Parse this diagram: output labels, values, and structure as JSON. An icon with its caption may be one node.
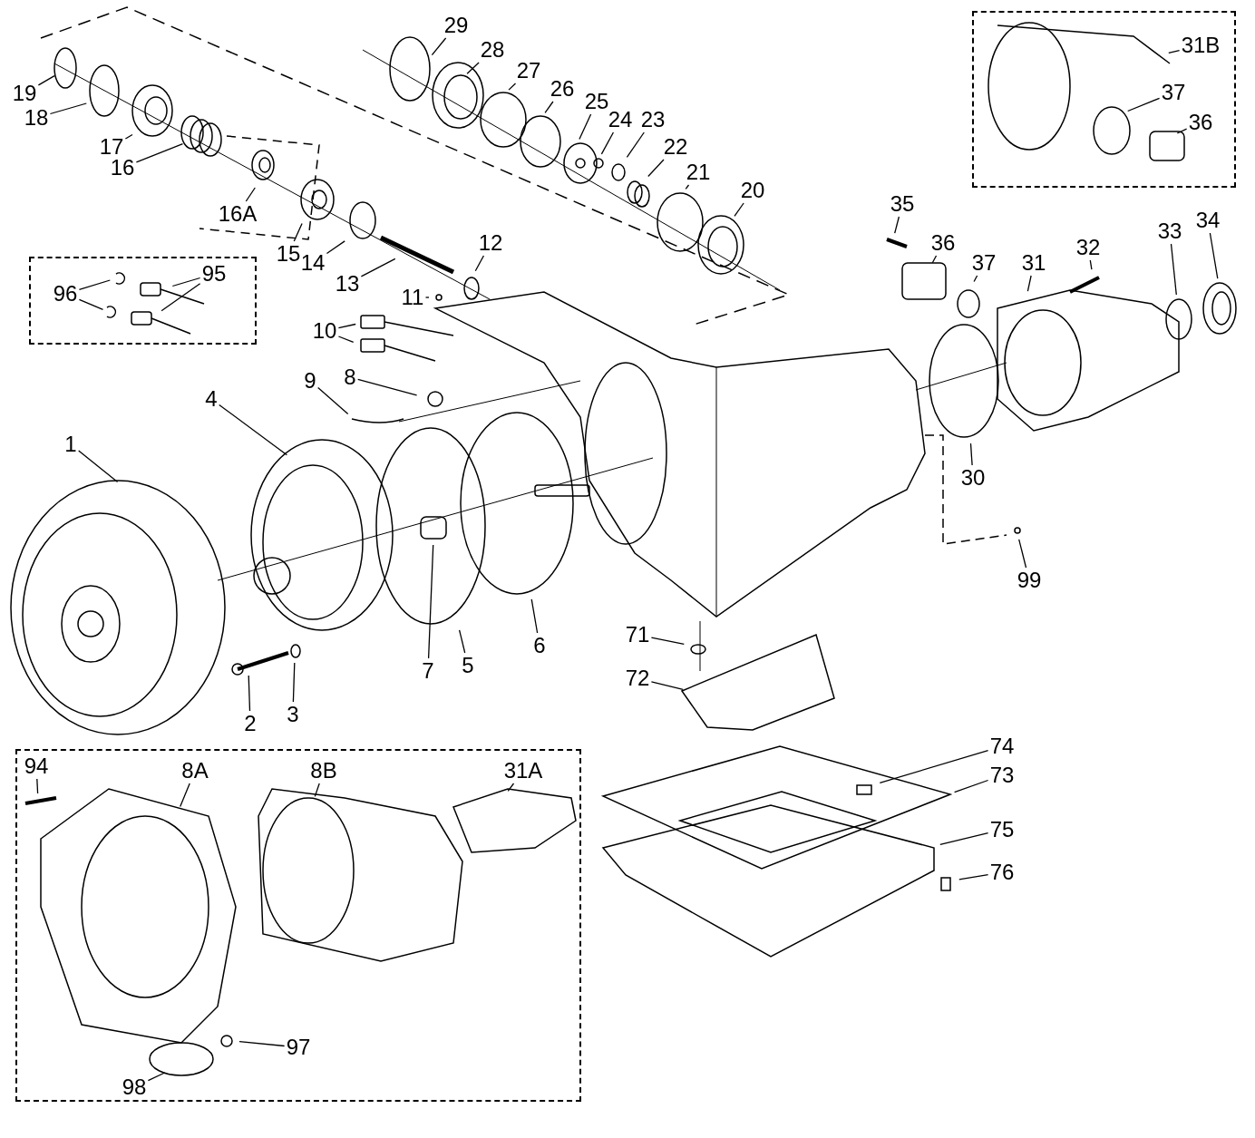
{
  "diagram": {
    "nodes": [
      {
        "text": [],
        "shape": "box"
      },
      {
        "text": [
          "96"
        ],
        "in": 0
      },
      {
        "text": [
          "95"
        ],
        "in": 0
      },
      {
        "text": [
          "19"
        ]
      },
      {
        "text": [
          "18"
        ]
      },
      {
        "text": [
          "17"
        ]
      },
      {
        "text": [
          "16"
        ]
      },
      {
        "text": [
          "16A"
        ]
      },
      {
        "text": [
          "15"
        ]
      },
      {
        "text": [
          "14"
        ]
      },
      {
        "text": [
          "13"
        ]
      },
      {
        "text": [
          "12"
        ]
      },
      {
        "text": [
          "11"
        ]
      },
      {
        "text": [
          "10"
        ]
      },
      {
        "text": [
          "9"
        ]
      },
      {
        "text": [
          "8"
        ]
      },
      {
        "text": [
          "4"
        ]
      },
      {
        "text": [
          "1"
        ]
      },
      {
        "text": [
          "2"
        ]
      },
      {
        "text": [
          "3"
        ]
      },
      {
        "text": [
          "7"
        ]
      },
      {
        "text": [
          "5"
        ]
      },
      {
        "text": [
          "6"
        ]
      },
      {
        "text": [
          "29"
        ]
      },
      {
        "text": [
          "28"
        ]
      },
      {
        "text": [
          "27"
        ]
      },
      {
        "text": [
          "26"
        ]
      },
      {
        "text": [
          "25"
        ]
      },
      {
        "text": [
          "24"
        ]
      },
      {
        "text": [
          "23"
        ]
      },
      {
        "text": [
          "22"
        ]
      },
      {
        "text": [
          "21"
        ]
      },
      {
        "text": [
          "20"
        ]
      },
      {
        "text": [
          "35"
        ]
      },
      {
        "text": [
          "36"
        ]
      },
      {
        "text": [
          "37"
        ]
      },
      {
        "text": [
          "31"
        ]
      },
      {
        "text": [
          "32"
        ]
      },
      {
        "text": [
          "33"
        ]
      },
      {
        "text": [
          "34"
        ]
      },
      {
        "text": [
          "30"
        ]
      },
      {
        "text": [
          "99"
        ]
      },
      {
        "text": [],
        "shape": "box"
      },
      {
        "text": [
          "31B"
        ],
        "in": 42
      },
      {
        "text": [
          "37"
        ],
        "in": 42
      },
      {
        "text": [
          "36"
        ],
        "in": 42
      },
      {
        "text": [
          "71"
        ]
      },
      {
        "text": [
          "72"
        ]
      },
      {
        "text": [
          "74"
        ]
      },
      {
        "text": [
          "73"
        ]
      },
      {
        "text": [
          "75"
        ]
      },
      {
        "text": [
          "76"
        ]
      },
      {
        "text": [],
        "shape": "box"
      },
      {
        "text": [
          "94"
        ],
        "in": 52
      },
      {
        "text": [
          "8A"
        ],
        "in": 52
      },
      {
        "text": [
          "8B"
        ],
        "in": 52
      },
      {
        "text": [
          "31A"
        ],
        "in": 52
      },
      {
        "text": [
          "97"
        ],
        "in": 52
      },
      {
        "text": [
          "98"
        ],
        "in": 52
      }
    ],
    "edges": [
      {
        "from": 1,
        "to": null,
        "arrow": "none"
      },
      {
        "from": 1,
        "to": null,
        "arrow": "none"
      },
      {
        "from": 2,
        "to": null,
        "arrow": "none"
      },
      {
        "from": 2,
        "to": null,
        "arrow": "none"
      },
      {
        "from": 3,
        "to": null,
        "arrow": "none"
      },
      {
        "from": 4,
        "to": null,
        "arrow": "none"
      },
      {
        "from": 5,
        "to": null,
        "arrow": "none"
      },
      {
        "from": 6,
        "to": null,
        "arrow": "none"
      },
      {
        "from": 7,
        "to": null,
        "arrow": "none"
      },
      {
        "from": 8,
        "to": null,
        "arrow": "none"
      },
      {
        "from": 9,
        "to": null,
        "arrow": "none"
      },
      {
        "from": 10,
        "to": null,
        "arrow": "none"
      },
      {
        "from": 11,
        "to": null,
        "arrow": "none"
      },
      {
        "from": 12,
        "to": null,
        "arrow": "none"
      },
      {
        "from": 13,
        "to": null,
        "arrow": "none"
      },
      {
        "from": 13,
        "to": null,
        "arrow": "none"
      },
      {
        "from": 14,
        "to": null,
        "arrow": "none"
      },
      {
        "from": 15,
        "to": null,
        "arrow": "none"
      },
      {
        "from": 16,
        "to": null,
        "arrow": "none"
      },
      {
        "from": 17,
        "to": null,
        "arrow": "none"
      },
      {
        "from": 18,
        "to": null,
        "arrow": "none"
      },
      {
        "from": 19,
        "to": null,
        "arrow": "none"
      },
      {
        "from": 20,
        "to": null,
        "arrow": "none"
      },
      {
        "from": 21,
        "to": null,
        "arrow": "none"
      },
      {
        "from": 22,
        "to": null,
        "arrow": "none"
      },
      {
        "from": 23,
        "to": null,
        "arrow": "none"
      },
      {
        "from": 24,
        "to": null,
        "arrow": "none"
      },
      {
        "from": 25,
        "to": null,
        "arrow": "none"
      },
      {
        "from": 26,
        "to": null,
        "arrow": "none"
      },
      {
        "from": 27,
        "to": null,
        "arrow": "none"
      },
      {
        "from": 28,
        "to": null,
        "arrow": "none"
      },
      {
        "from": 29,
        "to": null,
        "arrow": "none"
      },
      {
        "from": 30,
        "to": null,
        "arrow": "none"
      },
      {
        "from": 31,
        "to": null,
        "arrow": "none"
      },
      {
        "from": 32,
        "to": null,
        "arrow": "none"
      },
      {
        "from": 33,
        "to": null,
        "arrow": "none"
      },
      {
        "from": 34,
        "to": null,
        "arrow": "none"
      },
      {
        "from": 35,
        "to": null,
        "arrow": "none"
      },
      {
        "from": 36,
        "to": null,
        "arrow": "none"
      },
      {
        "from": 37,
        "to": null,
        "arrow": "none"
      },
      {
        "from": 38,
        "to": null,
        "arrow": "none"
      },
      {
        "from": 39,
        "to": null,
        "arrow": "none"
      },
      {
        "from": 40,
        "to": null,
        "arrow": "none"
      },
      {
        "from": 41,
        "to": null,
        "arrow": "none"
      },
      {
        "from": 43,
        "to": null,
        "arrow": "none"
      },
      {
        "from": 44,
        "to": null,
        "arrow": "none"
      },
      {
        "from": 45,
        "to": null,
        "arrow": "none"
      },
      {
        "from": 46,
        "to": null,
        "arrow": "none"
      },
      {
        "from": 47,
        "to": null,
        "arrow": "none"
      },
      {
        "from": 48,
        "to": null,
        "arrow": "none"
      },
      {
        "from": 49,
        "to": null,
        "arrow": "none"
      },
      {
        "from": 50,
        "to": null,
        "arrow": "none"
      },
      {
        "from": 51,
        "to": null,
        "arrow": "none"
      },
      {
        "from": 53,
        "to": null,
        "arrow": "none"
      },
      {
        "from": 54,
        "to": null,
        "arrow": "none"
      },
      {
        "from": 55,
        "to": null,
        "arrow": "none"
      },
      {
        "from": 56,
        "to": null,
        "arrow": "none"
      },
      {
        "from": 57,
        "to": null,
        "arrow": "none"
      },
      {
        "from": 58,
        "to": null,
        "arrow": "none"
      }
    ]
  }
}
